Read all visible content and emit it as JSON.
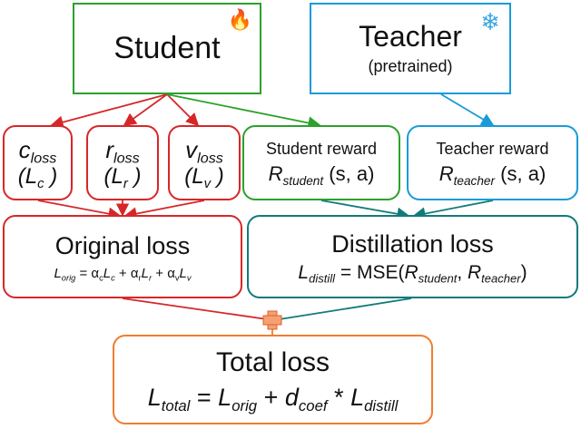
{
  "colors": {
    "student": "#2ca02c",
    "teacher": "#1a9bd7",
    "original": "#d62728",
    "distill": "#127a7a",
    "total": "#ef7d31"
  },
  "student_box": {
    "label": "Student",
    "icon": "fire-icon",
    "icon_glyph": "🔥"
  },
  "teacher_box": {
    "label": "Teacher",
    "sublabel": "(pretrained)",
    "icon": "snowflake-icon",
    "icon_glyph": "❄"
  },
  "loss_components": [
    {
      "symbol": "c",
      "sub": "loss",
      "L": "L",
      "L_sub": "c"
    },
    {
      "symbol": "r",
      "sub": "loss",
      "L": "L",
      "L_sub": "r"
    },
    {
      "symbol": "v",
      "sub": "loss",
      "L": "L",
      "L_sub": "v"
    }
  ],
  "student_reward": {
    "title": "Student reward",
    "R": "R",
    "R_sub": "student",
    "args": "(s, a)"
  },
  "teacher_reward": {
    "title": "Teacher reward",
    "R": "R",
    "R_sub": "teacher",
    "args": "(s, a)"
  },
  "original_loss": {
    "title": "Original loss",
    "formula": {
      "lhs": "L",
      "lhs_sub": "orig",
      "eq": " = ",
      "alpha": "α",
      "terms": [
        "c",
        "r",
        "v"
      ],
      "plus": " + "
    }
  },
  "distillation_loss": {
    "title": "Distillation loss",
    "formula": {
      "lhs": "L",
      "lhs_sub": "distill",
      "mid": " = MSE(",
      "a": "R",
      "a_sub": "student",
      "comma": ", ",
      "b": "R",
      "b_sub": "teacher",
      "close": ")"
    }
  },
  "combine_icon": "plus-icon",
  "total_loss": {
    "title": "Total loss",
    "formula": {
      "L": "L",
      "L_sub": "total",
      "eq": " = ",
      "t1": "L",
      "t1_sub": "orig",
      "plus": " + ",
      "d": "d",
      "d_sub": "coef",
      "star": " * ",
      "t2": "L",
      "t2_sub": "distill"
    }
  }
}
